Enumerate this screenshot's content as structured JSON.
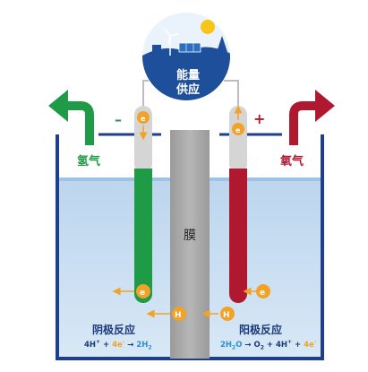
{
  "power": {
    "line1": "能量",
    "line2": "供应"
  },
  "signs": {
    "negative": "–",
    "positive": "+"
  },
  "gas": {
    "hydrogen": "氢气",
    "oxygen": "氧气"
  },
  "membrane": {
    "label": "膜"
  },
  "cathode": {
    "title": "阴极反应",
    "eq": {
      "t1": "4H",
      "t1sup": "+",
      "p1": " + ",
      "t2": "4e",
      "t2sup": "-",
      "arrow": " → ",
      "t3": "2H",
      "t3sub": "2"
    }
  },
  "anode": {
    "title": "阳极反应",
    "eq": {
      "t1": "2H",
      "t1sub": "2",
      "t1b": "O",
      "arrow": " → ",
      "t2": "O",
      "t2sub": "2",
      "p1": " + ",
      "t3": "4H",
      "t3sup": "+",
      "p2": " + ",
      "t4": "4e",
      "t4sup": "-"
    }
  },
  "particles": {
    "electron": "e",
    "electron_sup": "-",
    "proton": "H",
    "proton_sup": "+"
  },
  "colors": {
    "water": "#c9def0",
    "tank": "#1f3e8c",
    "membrane": "#a6a6a6",
    "cathode": "#1f9a46",
    "anode": "#b0182f",
    "particle": "#f2a227",
    "sky": "#1e4f9a",
    "hydrogen_text": "#1f9a46",
    "oxygen_text": "#b0182f"
  }
}
